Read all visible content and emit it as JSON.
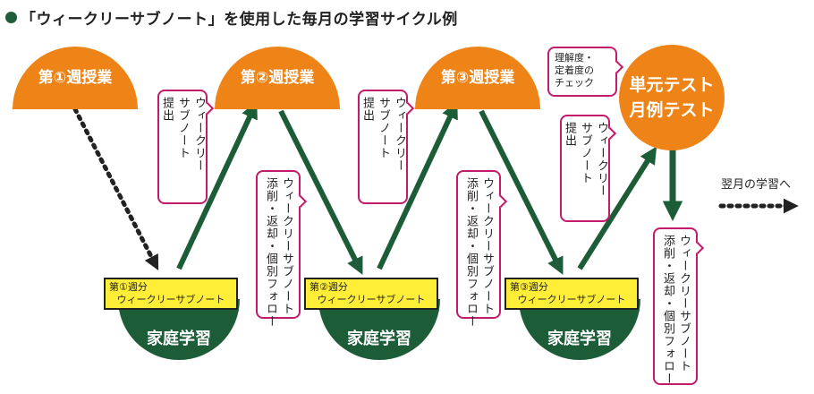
{
  "title": "「ウィークリーサブノート」を使用した毎月の学習サイクル例",
  "lessons": [
    {
      "label": "第①週授業"
    },
    {
      "label": "第②週授業"
    },
    {
      "label": "第③週授業"
    }
  ],
  "homework": [
    {
      "line1": "第①週分",
      "line2": "ウィークリーサブノート",
      "label": "家庭学習"
    },
    {
      "line1": "第②週分",
      "line2": "ウィークリーサブノート",
      "label": "家庭学習"
    },
    {
      "line1": "第③週分",
      "line2": "ウィークリーサブノート",
      "label": "家庭学習"
    }
  ],
  "submit_callout": {
    "col1": "ウィークリー",
    "col2": "サブノート",
    "col3": "提出"
  },
  "return_callout": {
    "col1": "ウィークリーサブノート",
    "col2": "添削・返却・個別フォロー"
  },
  "test": {
    "line1": "単元テスト",
    "line2": "月例テスト"
  },
  "check_note": {
    "line1": "理解度・",
    "line2": "定着度の",
    "line3": "チェック"
  },
  "next_month": "翌月の学習へ",
  "colors": {
    "orange": "#ee8418",
    "green": "#1c5c36",
    "yellow": "#ffee38",
    "magenta": "#c41a6b"
  }
}
